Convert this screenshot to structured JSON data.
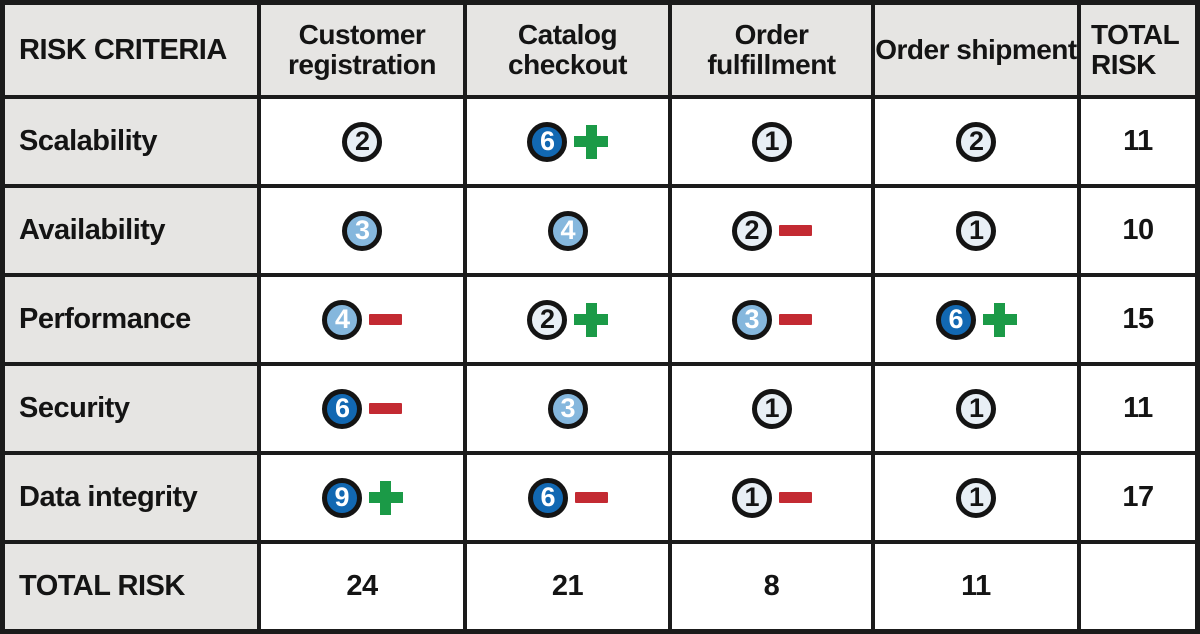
{
  "table": {
    "corner_header": "RISK CRITERIA",
    "columns": [
      "Customer registration",
      "Catalog checkout",
      "Order fulfillment",
      "Order shipment"
    ],
    "total_column_header": "TOTAL RISK",
    "rows": [
      {
        "label": "Scalability",
        "cells": [
          {
            "value": "2",
            "level": "low",
            "modifier": "none"
          },
          {
            "value": "6",
            "level": "high",
            "modifier": "plus"
          },
          {
            "value": "1",
            "level": "low",
            "modifier": "none"
          },
          {
            "value": "2",
            "level": "low",
            "modifier": "none"
          }
        ],
        "total": "11"
      },
      {
        "label": "Availability",
        "cells": [
          {
            "value": "3",
            "level": "medium",
            "modifier": "none"
          },
          {
            "value": "4",
            "level": "medium",
            "modifier": "none"
          },
          {
            "value": "2",
            "level": "low",
            "modifier": "minus"
          },
          {
            "value": "1",
            "level": "low",
            "modifier": "none"
          }
        ],
        "total": "10"
      },
      {
        "label": "Performance",
        "cells": [
          {
            "value": "4",
            "level": "medium",
            "modifier": "minus"
          },
          {
            "value": "2",
            "level": "low",
            "modifier": "plus"
          },
          {
            "value": "3",
            "level": "medium",
            "modifier": "minus"
          },
          {
            "value": "6",
            "level": "high",
            "modifier": "plus"
          }
        ],
        "total": "15"
      },
      {
        "label": "Security",
        "cells": [
          {
            "value": "6",
            "level": "high",
            "modifier": "minus"
          },
          {
            "value": "3",
            "level": "medium",
            "modifier": "none"
          },
          {
            "value": "1",
            "level": "low",
            "modifier": "none"
          },
          {
            "value": "1",
            "level": "low",
            "modifier": "none"
          }
        ],
        "total": "11"
      },
      {
        "label": "Data integrity",
        "cells": [
          {
            "value": "9",
            "level": "high",
            "modifier": "plus"
          },
          {
            "value": "6",
            "level": "high",
            "modifier": "minus"
          },
          {
            "value": "1",
            "level": "low",
            "modifier": "minus"
          },
          {
            "value": "1",
            "level": "low",
            "modifier": "none"
          }
        ],
        "total": "17"
      }
    ],
    "footer": {
      "label": "TOTAL RISK",
      "values": [
        "24",
        "21",
        "8",
        "11"
      ],
      "total": ""
    }
  },
  "colors": {
    "risk_low_fill": "#e8eff5",
    "risk_medium_fill": "#85b7dd",
    "risk_high_fill": "#1268b2",
    "plus_green": "#1b9a47",
    "minus_red": "#c32a32",
    "header_bg": "#e6e5e3",
    "grid_line": "#1b1b1b"
  },
  "chart_data": {
    "type": "table",
    "title": "Risk matrix: risk criteria by feature with totals",
    "row_header": "RISK CRITERIA",
    "columns": [
      "Customer registration",
      "Catalog checkout",
      "Order fulfillment",
      "Order shipment",
      "TOTAL RISK"
    ],
    "rows": [
      {
        "criteria": "Scalability",
        "values": [
          2,
          6,
          1,
          2
        ],
        "modifiers": [
          "",
          "+",
          "",
          ""
        ],
        "total": 11
      },
      {
        "criteria": "Availability",
        "values": [
          3,
          4,
          2,
          1
        ],
        "modifiers": [
          "",
          "",
          "-",
          ""
        ],
        "total": 10
      },
      {
        "criteria": "Performance",
        "values": [
          4,
          2,
          3,
          6
        ],
        "modifiers": [
          "-",
          "+",
          "-",
          "+"
        ],
        "total": 15
      },
      {
        "criteria": "Security",
        "values": [
          6,
          3,
          1,
          1
        ],
        "modifiers": [
          "-",
          "",
          "",
          ""
        ],
        "total": 11
      },
      {
        "criteria": "Data integrity",
        "values": [
          9,
          6,
          1,
          1
        ],
        "modifiers": [
          "+",
          "-",
          "-",
          ""
        ],
        "total": 17
      }
    ],
    "column_totals": {
      "label": "TOTAL RISK",
      "values": [
        24,
        21,
        8,
        11
      ]
    },
    "color_coding": {
      "low_values_1_2": "light blue circle",
      "medium_values_3_4": "medium blue circle",
      "high_values_6_9": "dark blue circle"
    },
    "legend_hints": {
      "plus": "green plus marker next to circle",
      "minus": "red minus marker next to circle"
    }
  }
}
